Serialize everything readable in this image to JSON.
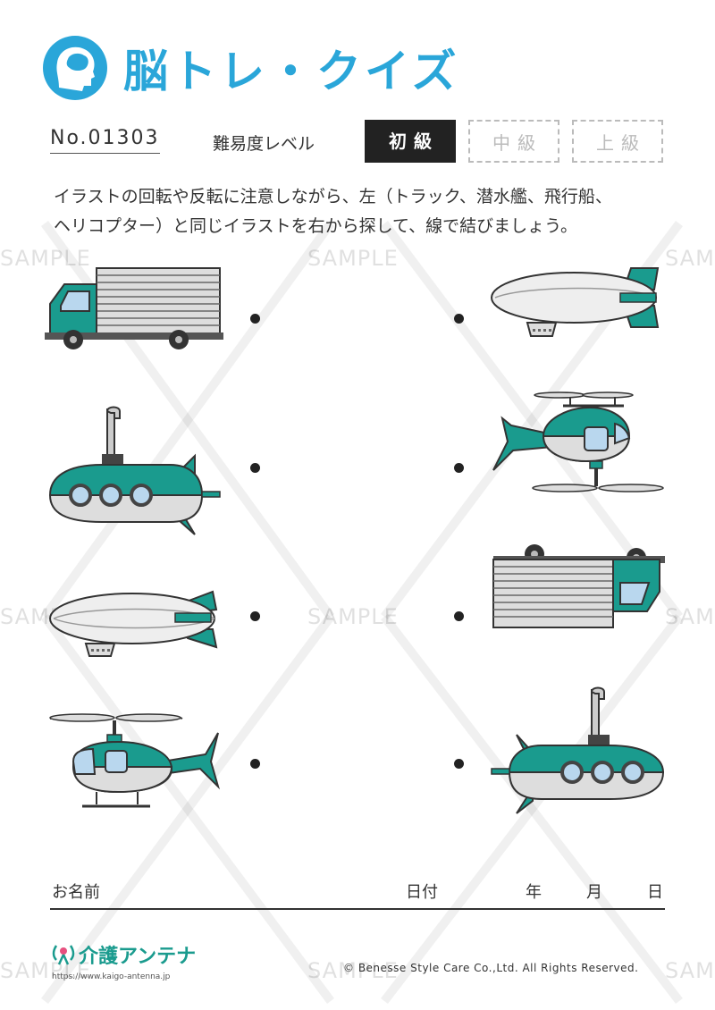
{
  "header": {
    "title": "脳トレ・クイズ",
    "number": "No.01303",
    "difficulty_label": "難易度レベル",
    "levels": [
      "初級",
      "中級",
      "上級"
    ]
  },
  "instructions": {
    "line1": "イラストの回転や反転に注意しながら、左（トラック、潜水艦、飛行船、",
    "line2": "ヘリコプター）と同じイラストを右から探して、線で結びましょう。"
  },
  "left_items": [
    "truck",
    "submarine",
    "airship",
    "helicopter"
  ],
  "right_items": [
    "airship-rotated",
    "helicopter-rotated",
    "truck-upside-down",
    "submarine-flipped"
  ],
  "watermark": "SAMPLE",
  "footer": {
    "name_label": "お名前",
    "date_label": "日付",
    "year": "年",
    "month": "月",
    "day": "日",
    "brand": "介護アンテナ",
    "brand_url": "https://www.kaigo-antenna.jp",
    "copyright": "© Benesse Style Care Co.,Ltd. All Rights Reserved."
  },
  "colors": {
    "accent": "#2aa6d9",
    "teal": "#1a9b8e",
    "gray": "#d8d8d8"
  }
}
